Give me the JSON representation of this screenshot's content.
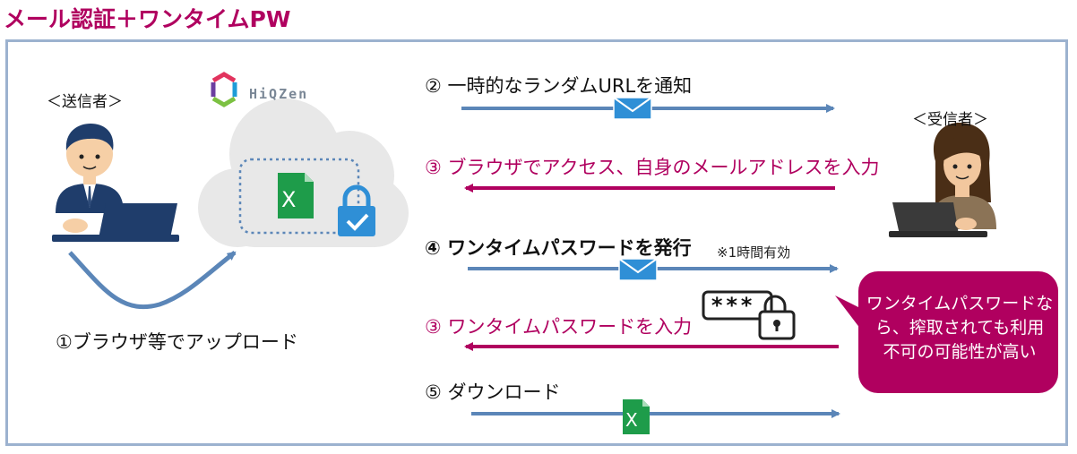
{
  "title": "メール認証＋ワンタイムPW",
  "sender_label": "＜送信者＞",
  "receiver_label": "＜受信者＞",
  "logo_text": "HiQZen",
  "steps": {
    "upload": "①ブラウザ等でアップロード",
    "notify": "②  一時的なランダムURLを通知",
    "access": "③  ブラウザでアクセス、自身のメールアドレスを入力",
    "issue": "④  ワンタイムパスワードを発行",
    "validity": "※1時間有効",
    "enter_password": "③  ワンタイムパスワードを入力",
    "download": "⑤  ダウンロード"
  },
  "password_mask": "***",
  "bubble_lines": [
    "ワンタイムパスワードな",
    "ら、搾取されても利用",
    "不可の可能性が高い"
  ],
  "icons": {
    "file": "excel-file-icon",
    "mail": "envelope-icon",
    "lock": "padlock-icon"
  },
  "colors": {
    "accent": "#b0005f",
    "arrow_blue": "#5b86b8",
    "frame": "#9cb2cf",
    "excel_green": "#1e9c4a"
  }
}
